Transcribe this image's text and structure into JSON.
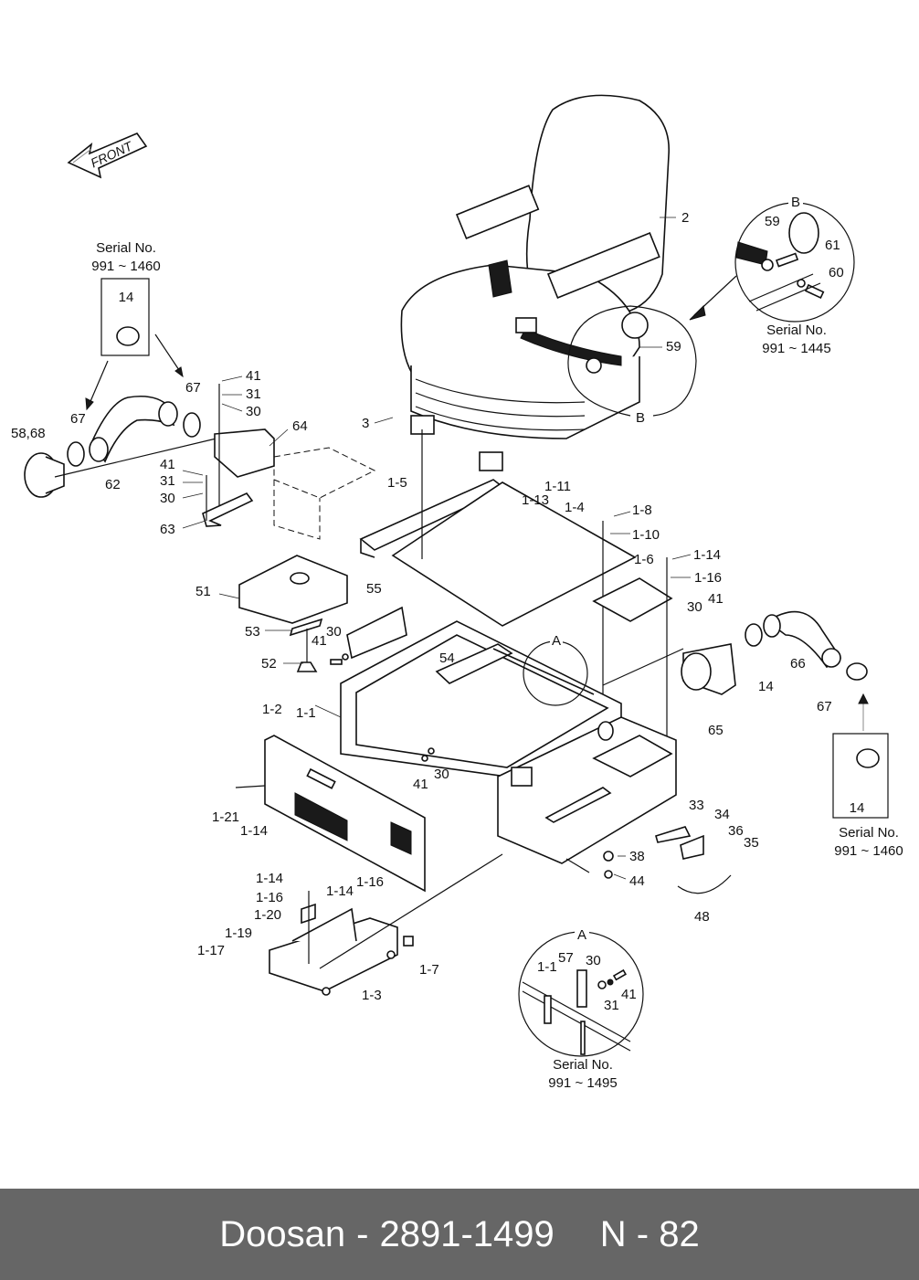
{
  "footer": {
    "brand": "Doosan",
    "separator": "-",
    "part_number": "2891-1499",
    "page_code": "N - 82"
  },
  "diagram": {
    "orientation_arrow": {
      "label": "FRONT",
      "icon": "front-arrow-icon"
    },
    "serial_notes": {
      "left_clamp_box": {
        "title": "Serial No.",
        "range": "991 ~ 1460",
        "part": "14"
      },
      "right_clamp_box": {
        "title": "Serial No.",
        "range": "991 ~ 1460",
        "part": "14"
      },
      "detail_b": {
        "title": "Serial No.",
        "range": "991 ~ 1445",
        "letter": "B"
      },
      "detail_a": {
        "title": "Serial No.",
        "range": "991 ~ 1495",
        "letter": "A"
      }
    },
    "callouts": {
      "seat": "2",
      "seat_bolt": "3",
      "belt_59_main": "59",
      "b_marker_main": "B",
      "a_marker_main": "A",
      "b_59": "59",
      "b_61": "61",
      "b_60": "60",
      "l_58_68": "58,68",
      "l_67a": "67",
      "l_62": "62",
      "l_67b": "67",
      "l_41a": "41",
      "l_31a": "31",
      "l_30a": "30",
      "l_64": "64",
      "l_41b": "41",
      "l_31b": "31",
      "l_30b": "30",
      "l_63": "63",
      "p_1_5": "1-5",
      "p_1_11": "1-11",
      "p_1_13": "1-13",
      "p_1_4": "1-4",
      "p_1_8": "1-8",
      "p_1_10": "1-10",
      "p_1_14a": "1-14",
      "p_1_6": "1-6",
      "p_1_16a": "1-16",
      "p_51": "51",
      "p_55": "55",
      "p_53": "53",
      "p_30c": "30",
      "p_41c": "41",
      "p_52": "52",
      "p_54": "54",
      "p_1_2": "1-2",
      "p_1_1": "1-1",
      "p_41d": "41",
      "p_30d": "30",
      "r_30": "30",
      "r_41": "41",
      "r_14": "14",
      "r_66": "66",
      "r_65": "65",
      "r_67": "67",
      "p_1_21": "1-21",
      "p_1_14b": "1-14",
      "p_1_14c": "1-14",
      "p_1_16b": "1-16",
      "p_1_14d": "1-14",
      "p_1_16c": "1-16",
      "p_1_20": "1-20",
      "p_1_19": "1-19",
      "p_1_17": "1-17",
      "p_1_7": "1-7",
      "p_1_3": "1-3",
      "p_33": "33",
      "p_34": "34",
      "p_36": "36",
      "p_35": "35",
      "p_38": "38",
      "p_44": "44",
      "p_48": "48",
      "a_1_1": "1-1",
      "a_57": "57",
      "a_30": "30",
      "a_31": "31",
      "a_41": "41"
    }
  }
}
